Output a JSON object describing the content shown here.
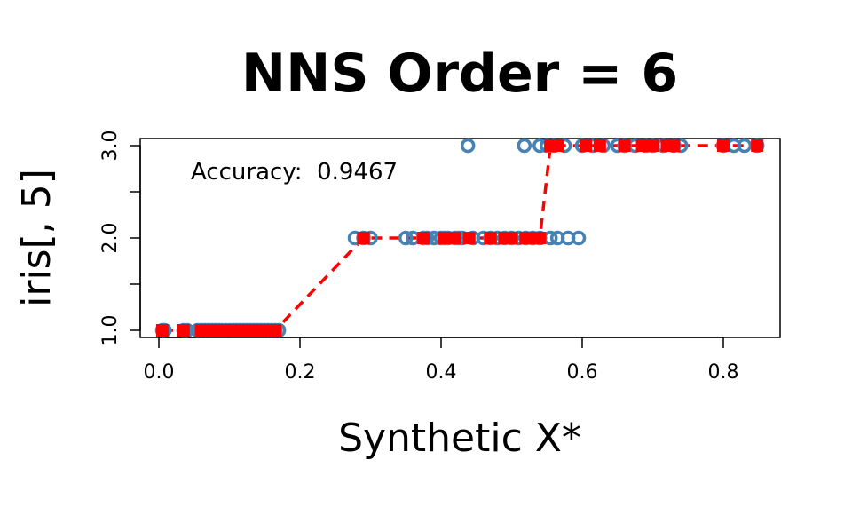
{
  "chart_data": {
    "type": "scatter",
    "title": "NNS Order = 6",
    "xlabel": "Synthetic X*",
    "ylabel": "iris[, 5]",
    "xlim": [
      -0.025,
      0.88
    ],
    "ylim": [
      0.92,
      3.08
    ],
    "x_ticks": [
      0.0,
      0.2,
      0.4,
      0.6,
      0.8
    ],
    "x_tick_labels": [
      "0.0",
      "0.2",
      "0.4",
      "0.6",
      "0.8"
    ],
    "y_ticks": [
      1.0,
      1.5,
      2.0,
      2.5,
      3.0
    ],
    "y_tick_labels": [
      "1.0",
      "",
      "2.0",
      "",
      "3.0"
    ],
    "annotation": "Accuracy:  0.9467",
    "grid": false,
    "colors": {
      "observed": "#4682B4",
      "fitted": "#FF0000"
    },
    "series": [
      {
        "name": "observed",
        "marker": "open-circle",
        "points": [
          [
            0.005,
            1
          ],
          [
            0.008,
            1
          ],
          [
            0.035,
            1
          ],
          [
            0.04,
            1
          ],
          [
            0.055,
            1
          ],
          [
            0.06,
            1
          ],
          [
            0.065,
            1
          ],
          [
            0.07,
            1
          ],
          [
            0.075,
            1
          ],
          [
            0.08,
            1
          ],
          [
            0.085,
            1
          ],
          [
            0.09,
            1
          ],
          [
            0.095,
            1
          ],
          [
            0.1,
            1
          ],
          [
            0.105,
            1
          ],
          [
            0.11,
            1
          ],
          [
            0.115,
            1
          ],
          [
            0.12,
            1
          ],
          [
            0.125,
            1
          ],
          [
            0.13,
            1
          ],
          [
            0.135,
            1
          ],
          [
            0.14,
            1
          ],
          [
            0.145,
            1
          ],
          [
            0.15,
            1
          ],
          [
            0.155,
            1
          ],
          [
            0.16,
            1
          ],
          [
            0.165,
            1
          ],
          [
            0.17,
            1
          ],
          [
            0.278,
            2
          ],
          [
            0.29,
            2
          ],
          [
            0.3,
            2
          ],
          [
            0.35,
            2
          ],
          [
            0.36,
            2
          ],
          [
            0.375,
            2
          ],
          [
            0.38,
            2
          ],
          [
            0.39,
            2
          ],
          [
            0.4,
            2
          ],
          [
            0.405,
            2
          ],
          [
            0.41,
            2
          ],
          [
            0.42,
            2
          ],
          [
            0.425,
            2
          ],
          [
            0.43,
            2
          ],
          [
            0.445,
            2
          ],
          [
            0.46,
            2
          ],
          [
            0.47,
            2
          ],
          [
            0.48,
            2
          ],
          [
            0.49,
            2
          ],
          [
            0.5,
            2
          ],
          [
            0.51,
            2
          ],
          [
            0.52,
            2
          ],
          [
            0.53,
            2
          ],
          [
            0.54,
            2
          ],
          [
            0.555,
            2
          ],
          [
            0.565,
            2
          ],
          [
            0.58,
            2
          ],
          [
            0.595,
            2
          ],
          [
            0.438,
            3
          ],
          [
            0.518,
            3
          ],
          [
            0.54,
            3
          ],
          [
            0.55,
            3
          ],
          [
            0.56,
            3
          ],
          [
            0.575,
            3
          ],
          [
            0.6,
            3
          ],
          [
            0.615,
            3
          ],
          [
            0.63,
            3
          ],
          [
            0.65,
            3
          ],
          [
            0.66,
            3
          ],
          [
            0.675,
            3
          ],
          [
            0.69,
            3
          ],
          [
            0.7,
            3
          ],
          [
            0.715,
            3
          ],
          [
            0.73,
            3
          ],
          [
            0.74,
            3
          ],
          [
            0.8,
            3
          ],
          [
            0.815,
            3
          ],
          [
            0.83,
            3
          ],
          [
            0.848,
            3
          ]
        ]
      },
      {
        "name": "fitted",
        "marker": "filled-square",
        "line": "dashed",
        "points": [
          [
            0.005,
            1
          ],
          [
            0.035,
            1
          ],
          [
            0.06,
            1
          ],
          [
            0.07,
            1
          ],
          [
            0.08,
            1
          ],
          [
            0.09,
            1
          ],
          [
            0.1,
            1
          ],
          [
            0.11,
            1
          ],
          [
            0.12,
            1
          ],
          [
            0.13,
            1
          ],
          [
            0.14,
            1
          ],
          [
            0.15,
            1
          ],
          [
            0.16,
            1
          ],
          [
            0.165,
            1
          ],
          [
            0.29,
            2
          ],
          [
            0.375,
            2
          ],
          [
            0.405,
            2
          ],
          [
            0.42,
            2
          ],
          [
            0.44,
            2
          ],
          [
            0.47,
            2
          ],
          [
            0.49,
            2
          ],
          [
            0.5,
            2
          ],
          [
            0.52,
            2
          ],
          [
            0.53,
            2
          ],
          [
            0.54,
            2
          ],
          [
            0.555,
            3
          ],
          [
            0.565,
            3
          ],
          [
            0.605,
            3
          ],
          [
            0.625,
            3
          ],
          [
            0.66,
            3
          ],
          [
            0.685,
            3
          ],
          [
            0.7,
            3
          ],
          [
            0.72,
            3
          ],
          [
            0.73,
            3
          ],
          [
            0.8,
            3
          ],
          [
            0.848,
            3
          ]
        ]
      }
    ]
  }
}
